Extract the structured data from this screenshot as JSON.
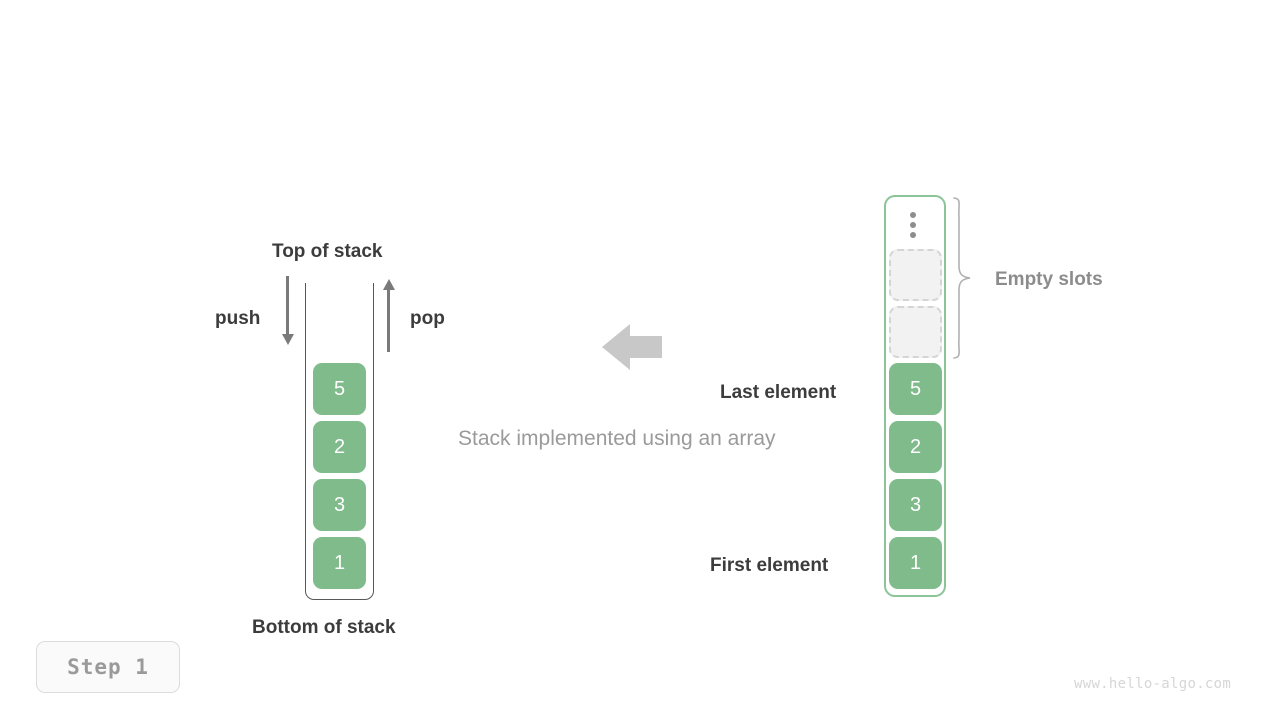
{
  "diagram": {
    "caption": "Stack implemented using an array",
    "step_label": "Step 1",
    "watermark": "www.hello-algo.com",
    "colors": {
      "element_fill": "#7fbb8b",
      "array_border": "#8cc397",
      "stack_border": "#585858",
      "empty_slot_border": "#d5d5d5",
      "empty_slot_fill": "#f2f2f2",
      "label_dark": "#3c3c3c",
      "label_gray": "#8c8c8c",
      "caption_gray": "#9a9a9a",
      "arrow_gray": "#7a7a7a",
      "transform_arrow": "#c8c8c8",
      "watermark_gray": "#d6d6d6"
    }
  },
  "stack": {
    "top_label": "Top of stack",
    "bottom_label": "Bottom of stack",
    "push_label": "push",
    "pop_label": "pop",
    "elements": [
      {
        "value": "5"
      },
      {
        "value": "2"
      },
      {
        "value": "3"
      },
      {
        "value": "1"
      }
    ]
  },
  "array": {
    "empty_slots_label": "Empty slots",
    "last_element_label": "Last element",
    "first_element_label": "First element",
    "ellipsis_icon": "vertical-ellipsis-icon",
    "empty_slots": [
      {
        "value": ""
      },
      {
        "value": ""
      }
    ],
    "elements": [
      {
        "value": "5"
      },
      {
        "value": "2"
      },
      {
        "value": "3"
      },
      {
        "value": "1"
      }
    ]
  },
  "transform": {
    "arrow_icon": "left-arrow-icon",
    "direction": "left"
  }
}
